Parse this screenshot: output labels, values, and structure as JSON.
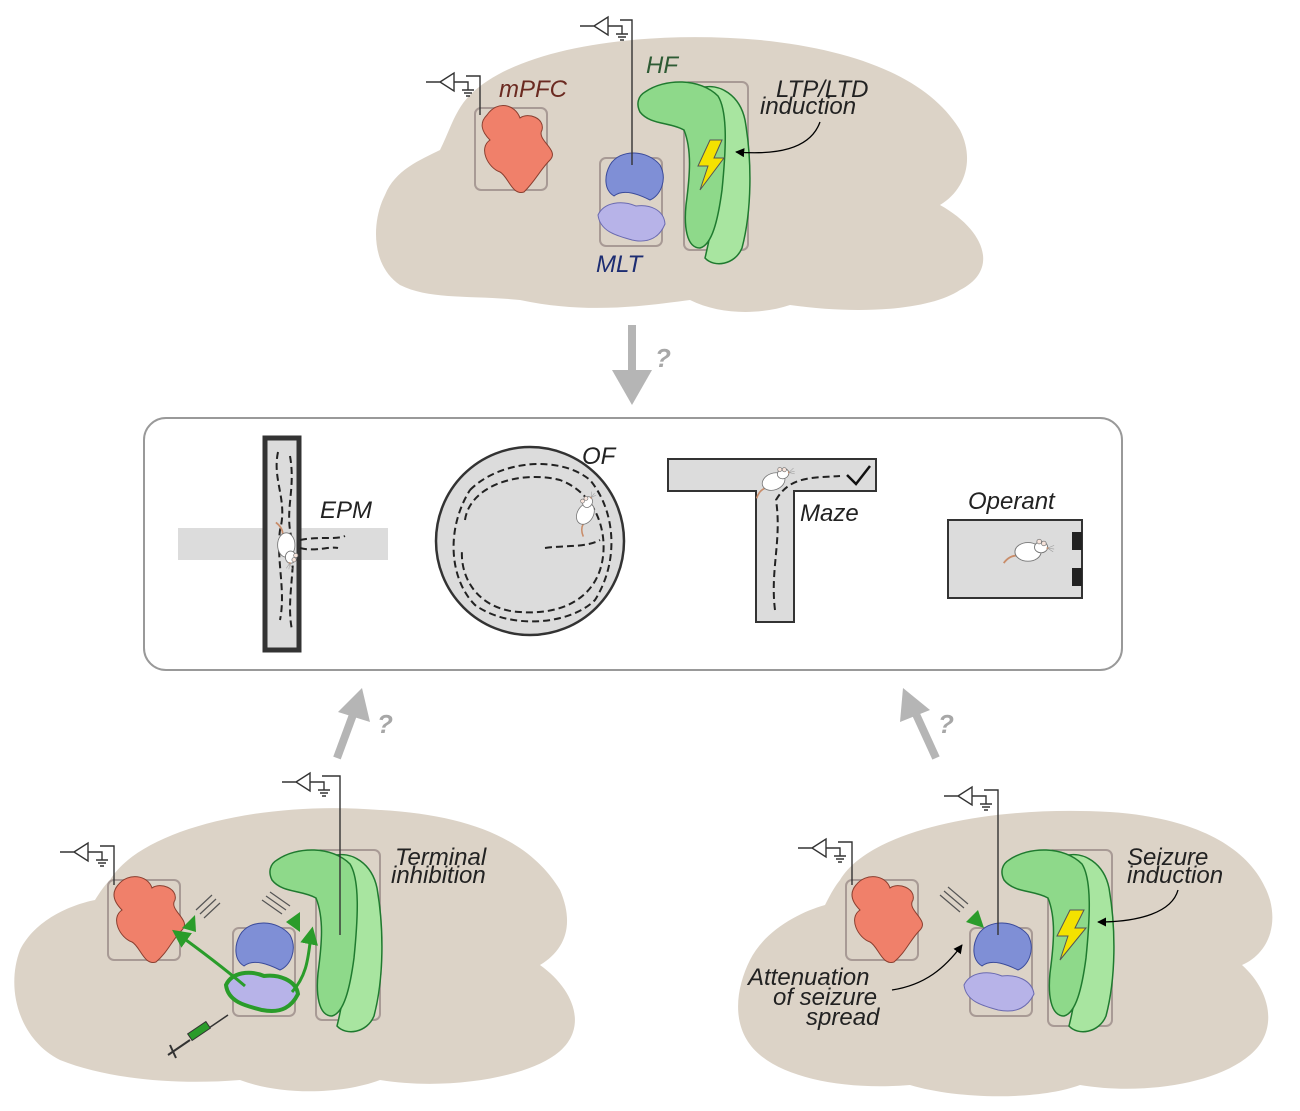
{
  "colors": {
    "brain": "#dcd3c7",
    "mpfc": "#f0806a",
    "mpfc_text": "#6b2a21",
    "hf_light": "#a8e5a0",
    "hf_mid": "#8ed98a",
    "hf_text": "#2e5b34",
    "hf_stroke": "#1f7a2f",
    "mlt_blue": "#7f8fd6",
    "mlt_lavender": "#b7b3e8",
    "mlt_text": "#1d2d72",
    "arrow_gray": "#b5b5b5",
    "maze_gray": "#dcdcdc",
    "green_opto": "#2a9c2a",
    "bolt": "#f4e200"
  },
  "top_brain": {
    "mpfc_label": "mPFC",
    "hf_label": "HF",
    "mlt_label": "MLT",
    "ltp_line1": "LTP/LTD",
    "ltp_line2": "induction"
  },
  "behavior": {
    "epm_label": "EPM",
    "of_label": "OF",
    "maze_label": "Maze",
    "operant_label": "Operant"
  },
  "arrows": {
    "top_q": "?",
    "left_q": "?",
    "right_q": "?"
  },
  "bottom_left": {
    "line1": "Terminal",
    "line2": "inhibition"
  },
  "bottom_right": {
    "seizure_line1": "Seizure",
    "seizure_line2": "induction",
    "att_line1": "Attenuation",
    "att_line2": "of seizure",
    "att_line3": "spread"
  }
}
